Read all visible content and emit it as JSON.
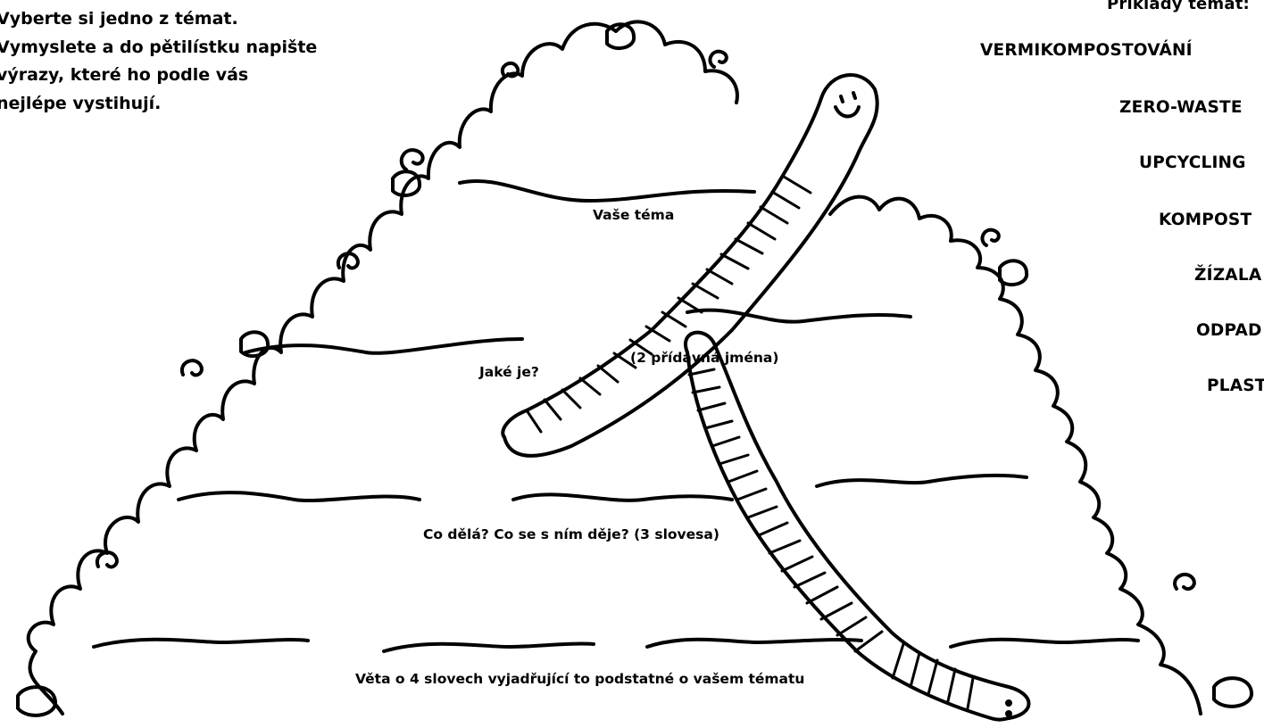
{
  "instructions": [
    "Vyberte si jedno z témat.",
    "Vymyslete a do pětilístku napište",
    "výrazy, které ho podle vás",
    "nejlépe vystihují."
  ],
  "labels": {
    "topic": "Vaše téma",
    "adjectives_q": "Jaké je?",
    "adjectives_hint": "(2 přídavná jména)",
    "verbs": "Co dělá? Co se s ním děje? (3 slovesa)",
    "sentence": "Věta o 4 slovech vyjadřující to podstatné o vašem tématu"
  },
  "examples": {
    "title": "Příklady témat:",
    "items": [
      "VERMIKOMPOSTOVÁNÍ",
      "ZERO-WASTE",
      "UPCYCLING",
      "KOMPOST",
      "ŽÍZALA",
      "ODPAD",
      "PLAST"
    ]
  },
  "colors": {
    "ink": "#000000",
    "background": "#ffffff"
  }
}
